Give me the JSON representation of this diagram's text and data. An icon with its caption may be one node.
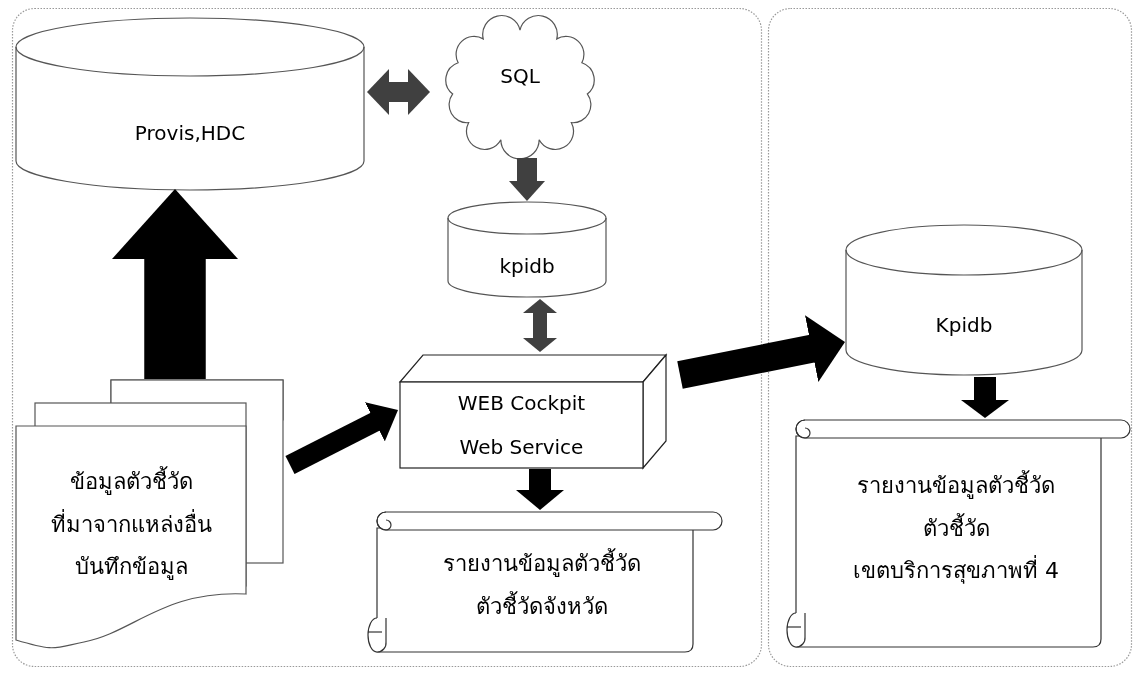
{
  "diagram": {
    "nodes": [
      {
        "text": [],
        "shape": "box"
      },
      {
        "text": [],
        "shape": "box"
      },
      {
        "text": [
          "Provis,HDC"
        ],
        "in": 0
      },
      {
        "text": [
          "SQL"
        ],
        "in": 0
      },
      {
        "text": [
          "kpidb"
        ],
        "in": 0
      },
      {
        "text": [
          "WEB Cockpit Web Service"
        ],
        "in": 0
      },
      {
        "text": [
          "ข้อมูลตัวชี้วัด ที่มาจากแหล่งอื่น บันทึกข้อมูล"
        ],
        "in": 0
      },
      {
        "text": [
          "รายงานข้อมูลตัวชี้วัด ตัวชี้วัดจังหวัด"
        ],
        "in": 0
      },
      {
        "text": [
          "Kpidb"
        ],
        "in": 1
      },
      {
        "text": [
          "รายงานข้อมูลตัวชี้วัด ตัวชี้วัด เขตบริการสุขภาพที่ 4"
        ],
        "in": 1
      }
    ],
    "edges": [
      {
        "from": 2,
        "to": 3,
        "arrow": "both",
        "color": "#404040"
      },
      {
        "from": 3,
        "to": 4,
        "arrow": "to",
        "color": "#404040"
      },
      {
        "from": 4,
        "to": 5,
        "arrow": "both",
        "color": "#404040"
      },
      {
        "from": 6,
        "to": 2,
        "arrow": "to",
        "style": "thick"
      },
      {
        "from": 6,
        "to": 5,
        "arrow": "to"
      },
      {
        "from": 5,
        "to": 8,
        "arrow": "to"
      },
      {
        "from": 5,
        "to": 7,
        "arrow": "to"
      },
      {
        "from": 8,
        "to": 9,
        "arrow": "to"
      }
    ]
  }
}
